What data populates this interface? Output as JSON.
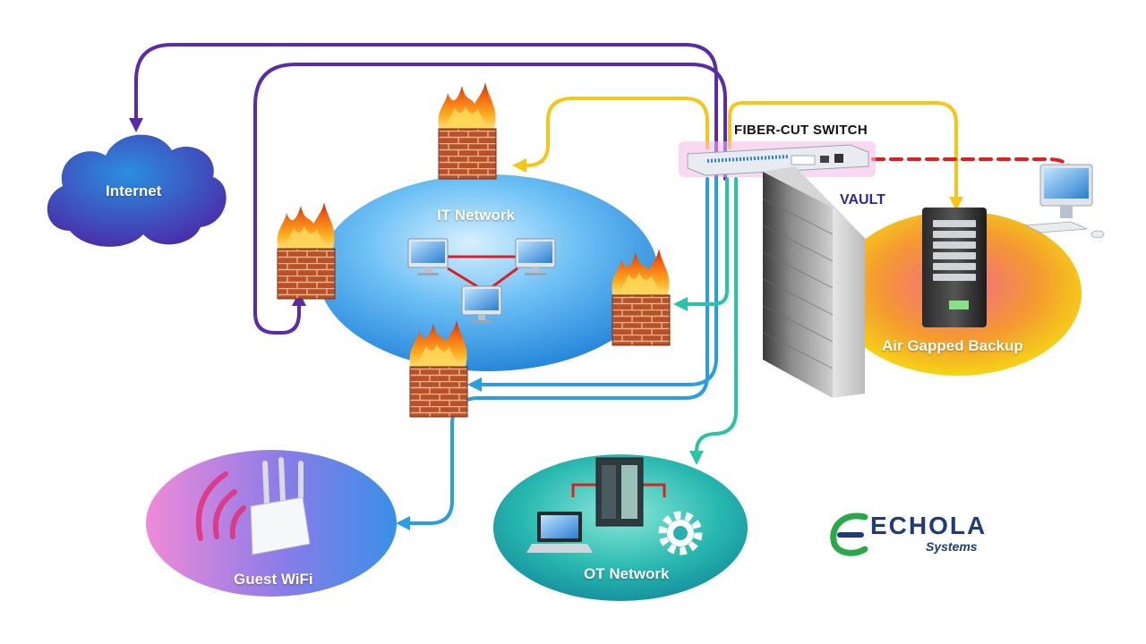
{
  "labels": {
    "internet": "Internet",
    "it_network": "IT Network",
    "switch": "FIBER-CUT SWITCH",
    "vault": "VAULT",
    "backup": "Air Gapped Backup",
    "wifi": "Guest WiFi",
    "ot_network": "OT Network"
  },
  "logo": {
    "name": "ECHOLA",
    "subtitle": "Systems"
  },
  "colors": {
    "internet_link": "#5a2ca8",
    "it_link": "#f5c518",
    "wifi_link": "#2a9fe0",
    "ot_link": "#2bc3a8",
    "lan_link": "#e02020",
    "vault_link": "#e02020",
    "it_network_fill": "#3b9ee8",
    "ot_network_fill": "#1fa9b5",
    "backup_fill": "#f5a020"
  },
  "icons": [
    "cloud-icon",
    "firewall-icon",
    "monitor-icon",
    "server-tower-icon",
    "router-icon",
    "plc-icon",
    "gear-icon",
    "laptop-icon",
    "fiber-switch-icon",
    "brick-wall-icon"
  ]
}
